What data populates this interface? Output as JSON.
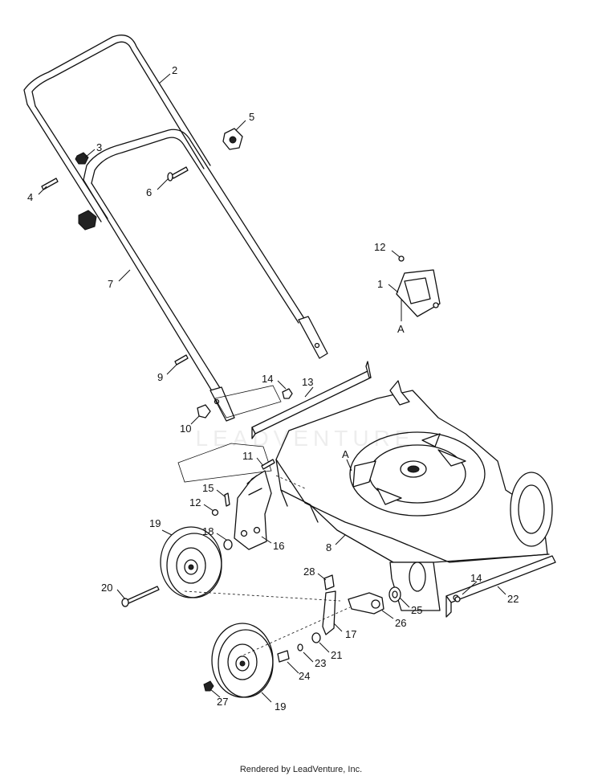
{
  "footer": {
    "credit": "Rendered by LeadVenture, Inc."
  },
  "watermark": {
    "text": "LEADVENTURE"
  },
  "callouts": [
    {
      "id": "c2",
      "label": "2"
    },
    {
      "id": "c3",
      "label": "3"
    },
    {
      "id": "c4",
      "label": "4"
    },
    {
      "id": "c5",
      "label": "5"
    },
    {
      "id": "c6",
      "label": "6"
    },
    {
      "id": "c7",
      "label": "7"
    },
    {
      "id": "c12a",
      "label": "12"
    },
    {
      "id": "c1",
      "label": "1"
    },
    {
      "id": "cA1",
      "label": "A"
    },
    {
      "id": "c9",
      "label": "9"
    },
    {
      "id": "c14a",
      "label": "14"
    },
    {
      "id": "c13",
      "label": "13"
    },
    {
      "id": "c10",
      "label": "10"
    },
    {
      "id": "cA2",
      "label": "A"
    },
    {
      "id": "c11",
      "label": "11"
    },
    {
      "id": "c15",
      "label": "15"
    },
    {
      "id": "c12b",
      "label": "12"
    },
    {
      "id": "c19a",
      "label": "19"
    },
    {
      "id": "c18",
      "label": "18"
    },
    {
      "id": "c16",
      "label": "16"
    },
    {
      "id": "c8",
      "label": "8"
    },
    {
      "id": "c20",
      "label": "20"
    },
    {
      "id": "c28",
      "label": "28"
    },
    {
      "id": "c25",
      "label": "25"
    },
    {
      "id": "c14b",
      "label": "14"
    },
    {
      "id": "c22",
      "label": "22"
    },
    {
      "id": "c26",
      "label": "26"
    },
    {
      "id": "c17",
      "label": "17"
    },
    {
      "id": "c21",
      "label": "21"
    },
    {
      "id": "c23",
      "label": "23"
    },
    {
      "id": "c24",
      "label": "24"
    },
    {
      "id": "c27",
      "label": "27"
    },
    {
      "id": "c19b",
      "label": "19"
    }
  ]
}
